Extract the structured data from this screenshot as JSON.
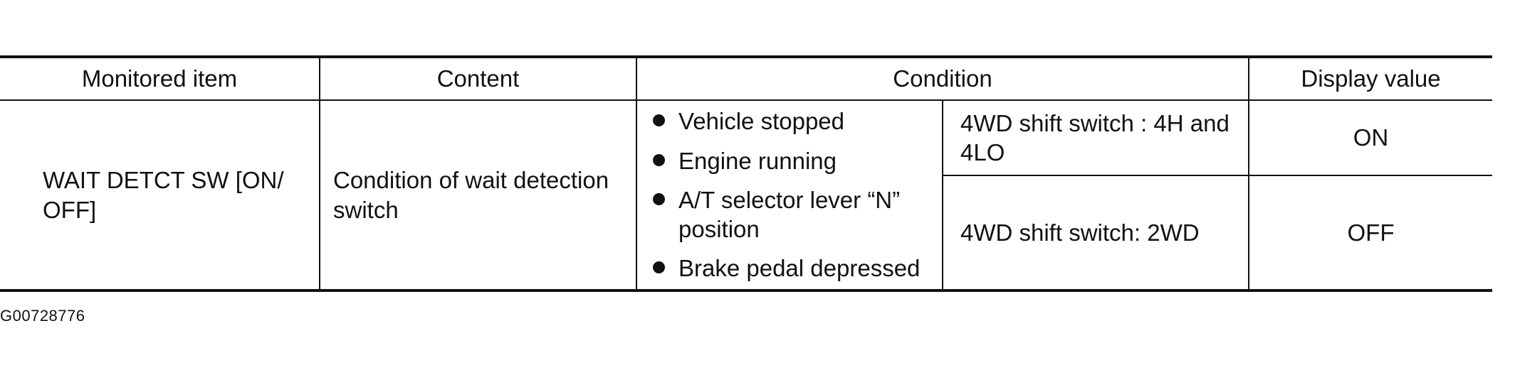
{
  "table": {
    "headers": {
      "monitored_item": "Monitored item",
      "content": "Content",
      "condition": "Condition",
      "display_value": "Display value"
    },
    "row": {
      "monitored_item": "WAIT DETCT SW [ON/ OFF]",
      "content": "Condition of wait detection switch",
      "conditions": [
        "Vehicle stopped",
        "Engine running",
        "A/T selector lever “N” position",
        "Brake pedal depressed"
      ],
      "cases": [
        {
          "switch": "4WD shift switch : 4H and 4LO",
          "display": "ON"
        },
        {
          "switch": "4WD shift switch: 2WD",
          "display": "OFF"
        }
      ]
    }
  },
  "figure_id": "G00728776"
}
